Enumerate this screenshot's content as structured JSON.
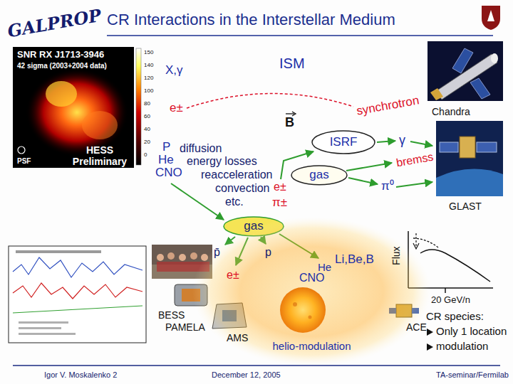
{
  "diagram": {
    "title": "CR Interactions in the Interstellar Medium",
    "nodes": [
      {
        "text": [
          "SNR RX J1713-3946",
          "42 sigma (2003+2004 data)",
          "HESS Preliminary",
          "PSF"
        ]
      },
      {
        "text": [
          "ISRF"
        ]
      },
      {
        "text": [
          "gas"
        ]
      },
      {
        "text": [
          "gas"
        ]
      },
      {
        "text": [
          "helio-modulation"
        ]
      }
    ],
    "labels": [
      "GALPROP",
      "150",
      "140",
      "120",
      "100",
      "80",
      "60",
      "40",
      "20",
      "0",
      "ISM",
      "X,γ",
      "e±",
      "synchrotron",
      "B",
      "Chandra",
      "γ",
      "bremss",
      "P",
      "He",
      "CNO",
      "diffusion",
      "energy losses",
      "reacceleration",
      "convection",
      "e±",
      "etc.",
      "π±",
      "π⁰",
      "GLAST",
      "p̄",
      "p",
      "e±",
      "He",
      "Li,Be,B",
      "CNO",
      "Flux",
      "20 GeV/n",
      "BESS",
      "PAMELA",
      "AMS",
      "ACE",
      "CR species:",
      "Only 1 location",
      "modulation",
      "Igor V. Moskalenko 2",
      "December 12, 2005",
      "TA-seminar/Fermilab"
    ]
  }
}
